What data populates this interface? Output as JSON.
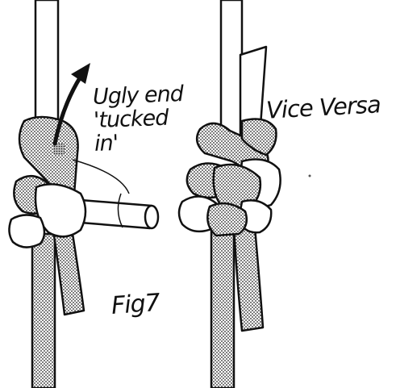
{
  "figure": {
    "label_ugly_end": "Ugly end\n'tucked\nin'",
    "label_vice_versa": "Vice Versa",
    "label_fig": "Fig7"
  },
  "colors": {
    "ink": "#111111",
    "stipple": "#9a9a9a",
    "white": "#ffffff"
  }
}
